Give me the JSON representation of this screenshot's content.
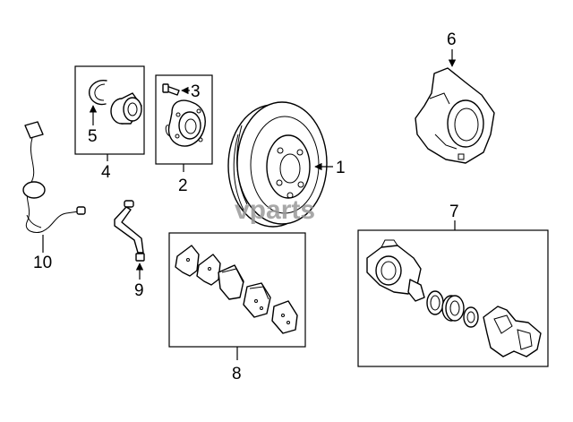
{
  "watermark": "vparts",
  "callouts": {
    "c1": "1",
    "c2": "2",
    "c3": "3",
    "c4": "4",
    "c5": "5",
    "c6": "6",
    "c7": "7",
    "c8": "8",
    "c9": "9",
    "c10": "10"
  }
}
